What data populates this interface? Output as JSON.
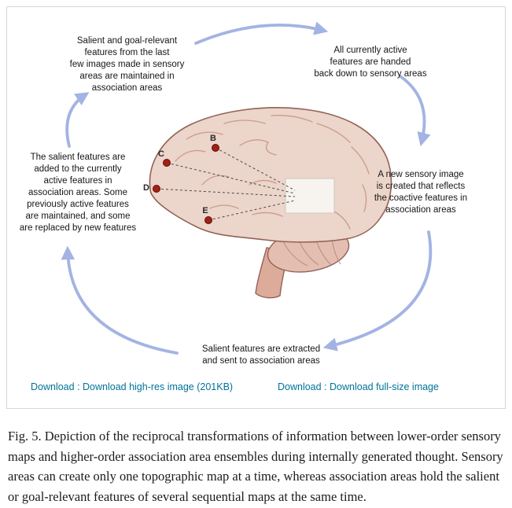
{
  "diagram": {
    "labels": {
      "top_left": "Salient and goal-relevant\nfeatures from the last\nfew images made in sensory\nareas are maintained in\nassociation areas",
      "top_right": "All currently active\nfeatures are handed\nback down to sensory areas",
      "right": "A new sensory image\nis created that reflects\nthe coactive features in\nassociation areas",
      "left": "The salient features are\nadded to the currently\nactive features in\nassociation areas. Some\npreviously active features\nare maintained, and some\nare replaced by new features",
      "bottom": "Salient features are extracted\nand sent to association areas"
    },
    "points": [
      "B",
      "C",
      "D",
      "E"
    ]
  },
  "downloads": {
    "high_res": "Download : Download high-res image (201KB)",
    "full_size": "Download : Download full-size image"
  },
  "caption": {
    "text": "Fig. 5. Depiction of the reciprocal transformations of information between lower-order sensory maps and higher-order association area ensembles during internally generated thought. Sensory areas can create only one topographic map at a time, whereas association areas hold the salient or goal-relevant features of several sequential maps at the same time."
  },
  "colors": {
    "arrow": "#a3b3e3",
    "link": "#007398",
    "dot": "#a32014",
    "brain_fill": "#ecd5ca",
    "brain_outline": "#936156",
    "text": "#1a1a1a"
  }
}
